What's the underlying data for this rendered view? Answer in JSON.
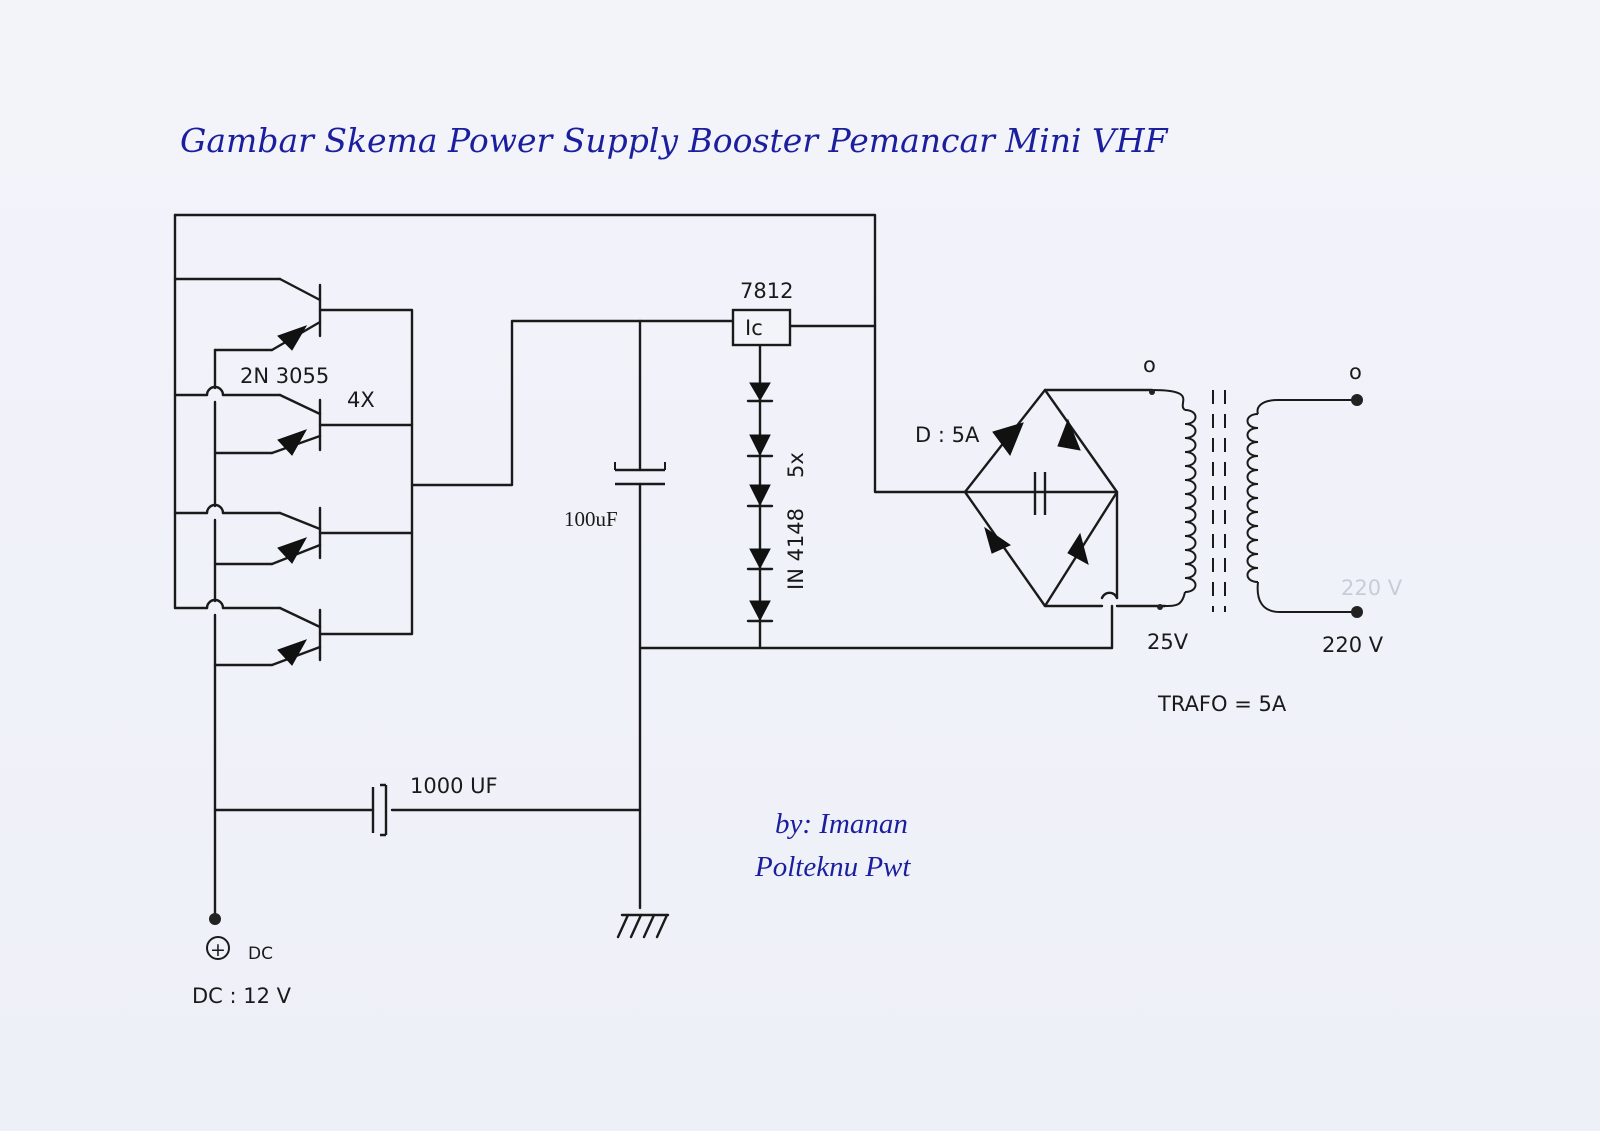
{
  "title": "Gambar Skema Power Supply Booster Pemancar Mini VHF",
  "labels": {
    "transistor_type": "2N 3055",
    "transistor_count": "4X",
    "regulator_part": "7812",
    "regulator_body": "Ic",
    "diode_part": "IN 4148",
    "diode_count": "5x",
    "cap_small": "100uF",
    "cap_big": "1000 UF",
    "bridge_rating": "D : 5A",
    "terminal_top_left": "o",
    "terminal_top_right": "o",
    "secondary_voltage": "25V",
    "primary_voltage": "220 V",
    "primary_voltage_faint": "220 V",
    "trafo_rating": "TRAFO = 5A",
    "plus_symbol": "+",
    "dc_terminal": "DC",
    "dc_rating": "DC : 12 V"
  },
  "credits": {
    "author": "by: Imanan",
    "institution": "Polteknu Pwt"
  }
}
